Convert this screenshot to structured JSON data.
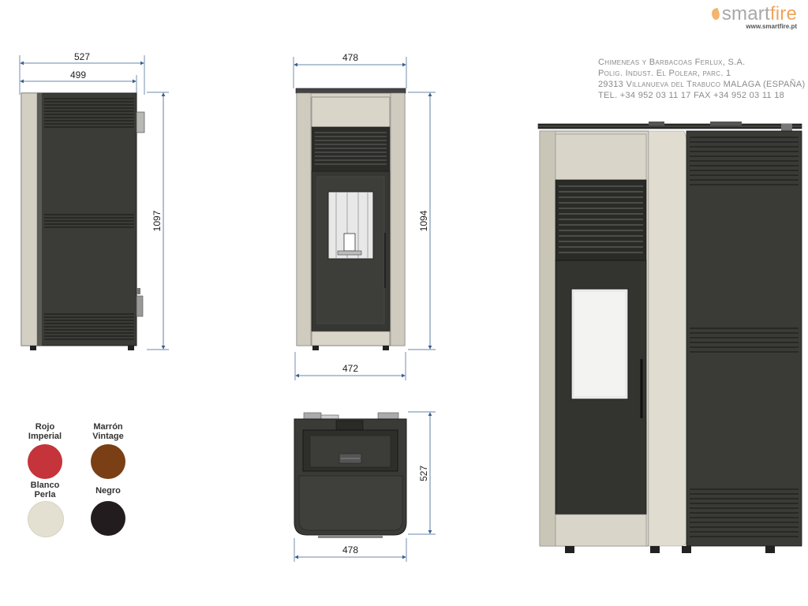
{
  "brand": {
    "name_part1": "smart",
    "name_part2": "fire",
    "url": "www.smartfire.pt",
    "icon": "flame-icon",
    "accent_color": "#f0a35a"
  },
  "company": {
    "line1": "Chimeneas y Barbacoas Ferlux, S.A.",
    "line2": "Polig. Indust. El Polear, parc. 1",
    "line3": "29313 Villanueva del Trabuco  MALAGA (ESPAÑA)",
    "line4": "TEL. +34 952 03 11 17  FAX +34 952 03 11 18"
  },
  "dimensions": {
    "side_total_width": "527",
    "side_body_width": "499",
    "side_height": "1097",
    "front_top_width": "478",
    "front_height": "1094",
    "front_bottom_width": "472",
    "top_depth": "527",
    "top_width": "478"
  },
  "colors": {
    "title": "",
    "items": [
      {
        "line1": "Rojo",
        "line2": "Imperial",
        "hex": "#c4343a"
      },
      {
        "line1": "Marrón",
        "line2": "Vintage",
        "hex": "#7a3f14"
      },
      {
        "line1": "Blanco",
        "line2": "Perla",
        "hex": "#e3e0d2"
      },
      {
        "line1": "Negro",
        "line2": "",
        "hex": "#221c1e"
      }
    ]
  },
  "palette": {
    "body_dark": "#3a3a36",
    "panel_light": "#d6d3c6",
    "dimension_line": "#3a5f8f"
  }
}
